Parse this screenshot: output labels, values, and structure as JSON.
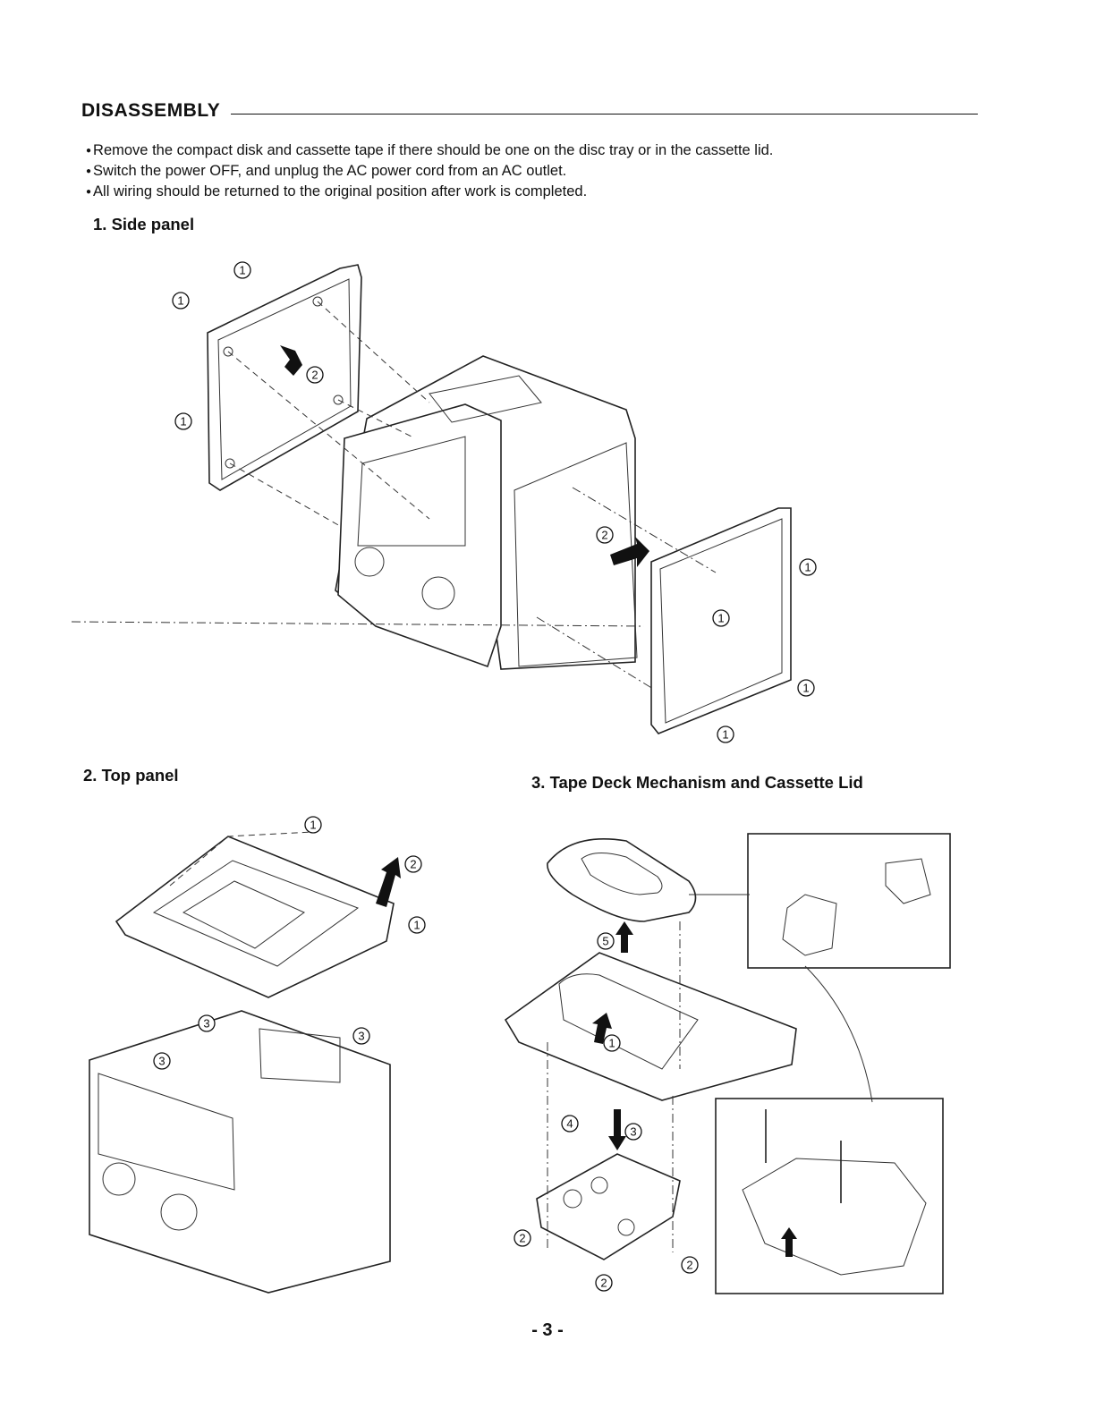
{
  "header": {
    "title": "DISASSEMBLY"
  },
  "notes": [
    "Remove the compact disk and cassette tape if there should be one on the disc tray or in the cassette lid.",
    "Switch the power OFF, and unplug the AC power cord from an AC outlet.",
    "All wiring should be returned to the original position after work is completed."
  ],
  "sections": {
    "side_panel": {
      "heading": "1. Side panel"
    },
    "top_panel": {
      "heading": "2. Top panel"
    },
    "tape_deck": {
      "heading": "3. Tape Deck Mechanism and Cassette Lid"
    }
  },
  "callouts": {
    "c1": "1",
    "c2": "2",
    "c3": "3",
    "c4": "4",
    "c5": "5"
  },
  "footer": {
    "page_number": "- 3 -"
  }
}
